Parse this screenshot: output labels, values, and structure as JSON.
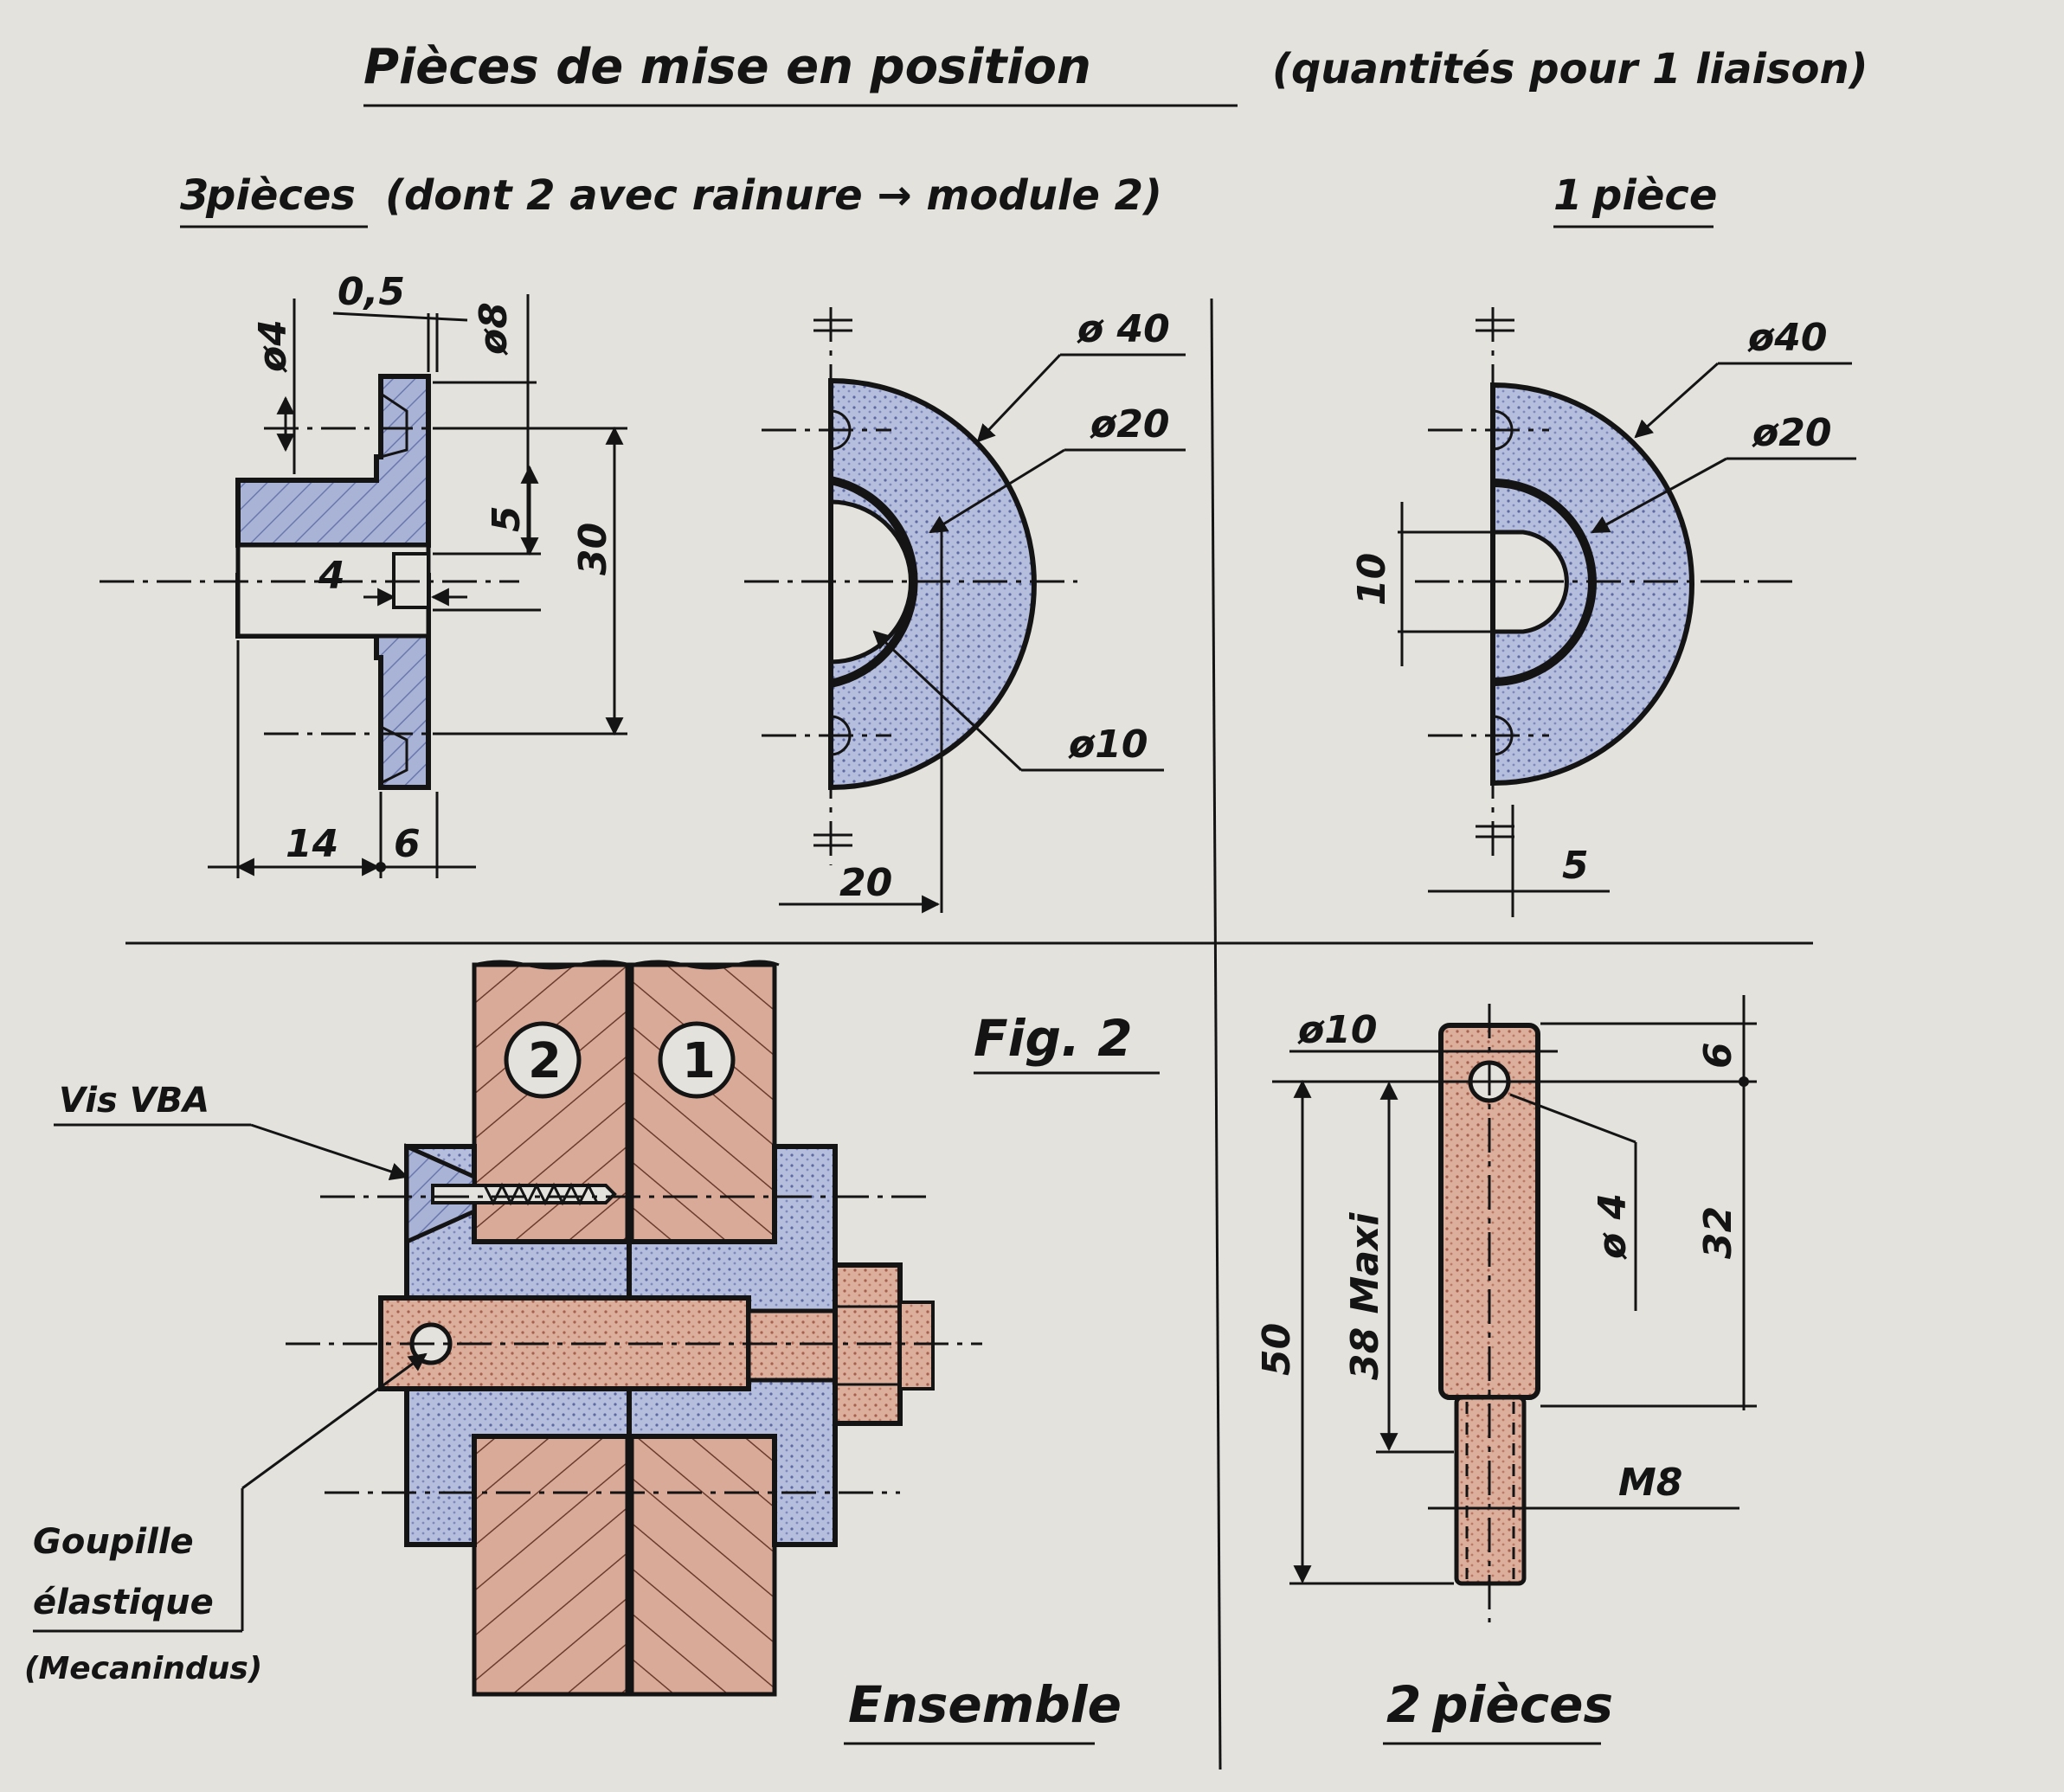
{
  "title": {
    "main": "Pièces de mise en position",
    "note": "(quantités pour 1 liaison)"
  },
  "top_left": {
    "heading_count": "3",
    "heading_word": "pièces",
    "heading_rest": "(dont 2 avec rainure → module 2)",
    "dims": {
      "d4": "ø4",
      "gap": "0,5",
      "d8": "ø8",
      "five": "5",
      "four": "4",
      "thirty": "30",
      "fourteen": "14",
      "six": "6"
    }
  },
  "top_middle": {
    "d40": "ø 40",
    "d20": "ø20",
    "d10": "ø10",
    "twenty": "20"
  },
  "top_right": {
    "heading_count": "1",
    "heading_word": "pièce",
    "d40": "ø40",
    "d20": "ø20",
    "ten": "10",
    "five": "5"
  },
  "assembly": {
    "fig": "Fig. 2",
    "part2": "2",
    "part1": "1",
    "vis": "Vis VBA",
    "goupille_line1": "Goupille",
    "goupille_line2": "élastique",
    "goupille_line3": "(Mecanindus)",
    "caption": "Ensemble"
  },
  "pin": {
    "d10": "ø10",
    "six": "6",
    "d4": "ø 4",
    "thirtytwo": "32",
    "fifty": "50",
    "maxi": "38 Maxi",
    "thread": "M8",
    "caption_count": "2",
    "caption_word": "pièces"
  },
  "colors": {
    "ink": "#141414",
    "paper": "#e3e2dd",
    "blue_hatch": "#8f9cc9",
    "red_hatch": "#c98c78"
  }
}
